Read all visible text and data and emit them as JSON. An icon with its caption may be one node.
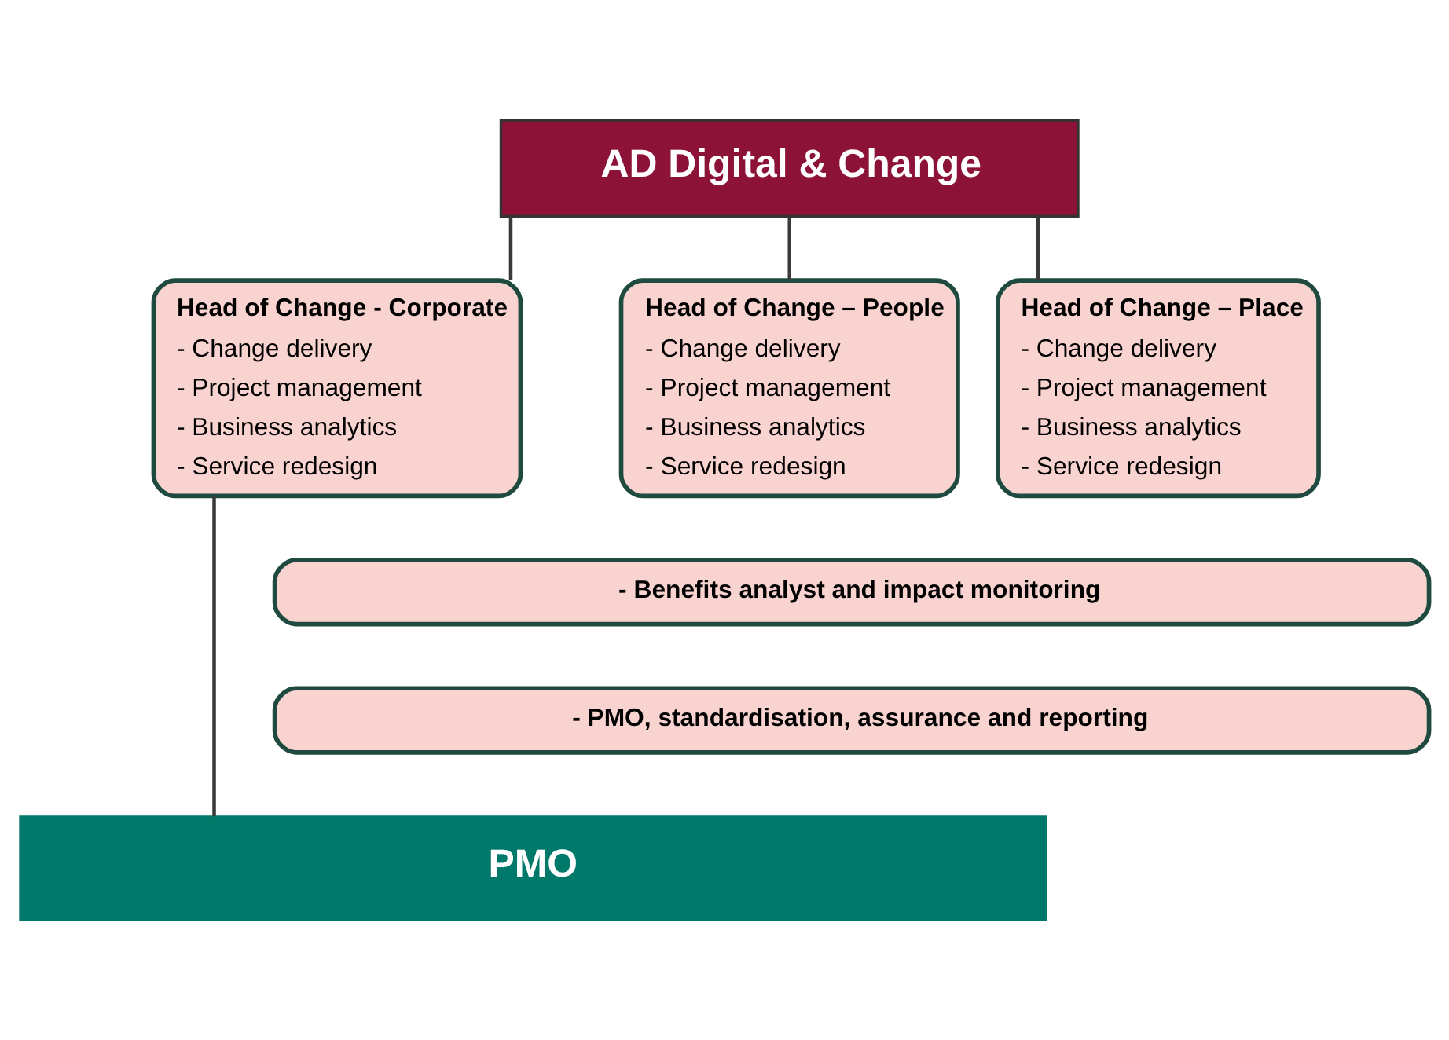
{
  "diagram": {
    "nodes": [
      {
        "text": [
          "AD Digital & Change"
        ]
      },
      {
        "text": [
          "Head of Change - Corporate",
          "- Change delivery",
          "- Project management",
          "- Business analytics",
          "- Service redesign"
        ]
      },
      {
        "text": [
          "Head of Change – People",
          "- Change delivery",
          "- Project management",
          "- Business analytics",
          "- Service redesign"
        ]
      },
      {
        "text": [
          "Head of Change – Place",
          "- Change delivery",
          "- Project management",
          "- Business analytics",
          "- Service redesign"
        ]
      },
      {
        "text": [
          "- Benefits analyst and impact monitoring"
        ]
      },
      {
        "text": [
          "- PMO, standardisation, assurance and reporting"
        ]
      },
      {
        "text": [
          "PMO"
        ]
      }
    ],
    "edges": [
      {
        "from": 0,
        "to": 1,
        "arrow": "none"
      },
      {
        "from": 0,
        "to": 2,
        "arrow": "none"
      },
      {
        "from": 0,
        "to": 3,
        "arrow": "none"
      },
      {
        "from": 1,
        "to": 6,
        "arrow": "none"
      }
    ]
  }
}
